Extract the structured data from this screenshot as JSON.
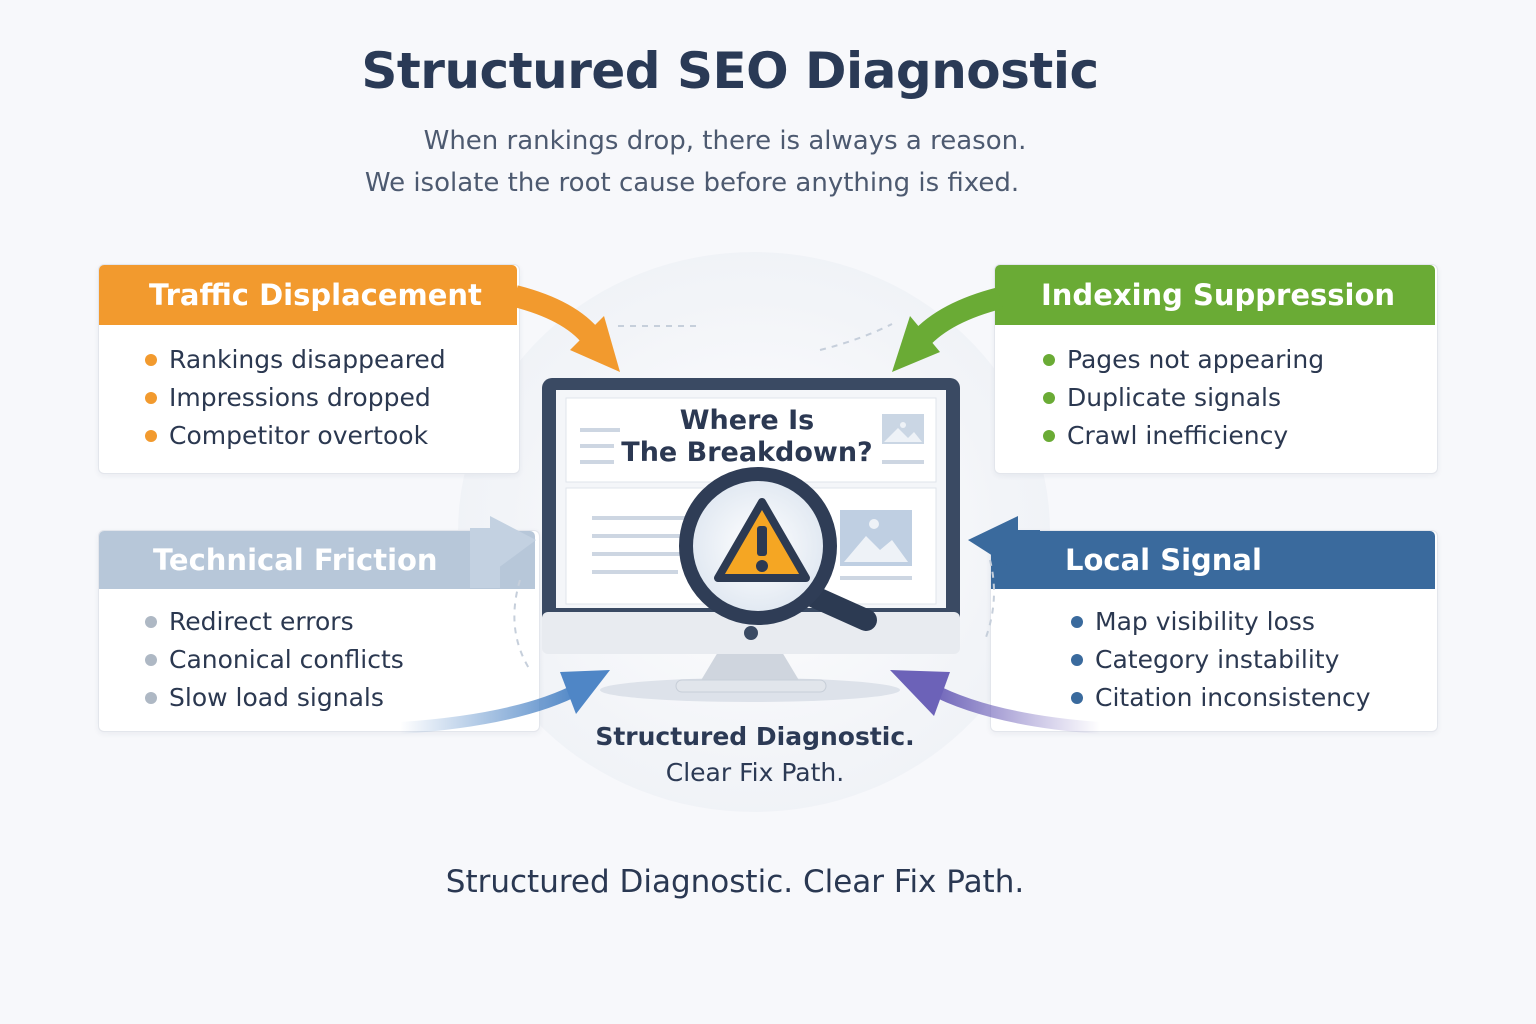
{
  "header": {
    "title": "Structured SEO Diagnostic",
    "subtitle_line1": "When rankings drop, there is always a reason.",
    "subtitle_line2": "We isolate the root cause before anything is fixed."
  },
  "monitor": {
    "question_line1": "Where Is",
    "question_line2": "The Breakdown?",
    "caption_line1": "Structured Diagnostic.",
    "caption_line2": "Clear Fix Path."
  },
  "cards": {
    "traffic": {
      "title": "Traffic Displacement",
      "color": "#f29a2e",
      "items": [
        "Rankings disappeared",
        "Impressions dropped",
        "Competitor overtook"
      ]
    },
    "indexing": {
      "title": "Indexing Suppression",
      "color": "#6aab35",
      "items": [
        "Pages not appearing",
        "Duplicate signals",
        "Crawl inefficiency"
      ]
    },
    "technical": {
      "title": "Technical Friction",
      "color": "#b7c7d9",
      "items": [
        "Redirect errors",
        "Canonical conflicts",
        "Slow load signals"
      ]
    },
    "local": {
      "title": "Local Signal Breakdown",
      "color": "#3a6a9d",
      "items": [
        "Map visibility loss",
        "Category instability",
        "Citation inconsistency"
      ]
    }
  },
  "footer": {
    "tagline": "Structured Diagnostic. Clear Fix Path."
  },
  "icons": [
    "warning-icon",
    "magnifier-icon",
    "image-placeholder-icon",
    "arrow-icon"
  ]
}
